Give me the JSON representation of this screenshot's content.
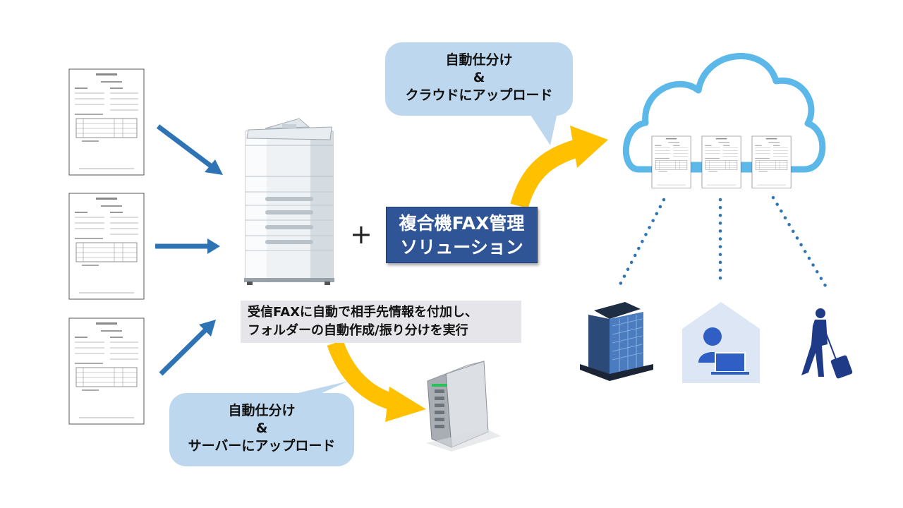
{
  "callout_cloud": {
    "line1": "自動仕分け",
    "line2": "&",
    "line3": "クラウドにアップロード"
  },
  "callout_server": {
    "line1": "自動仕分け",
    "line2": "&",
    "line3": "サーバーにアップロード"
  },
  "solution_label": {
    "line1": "複合機FAX管理",
    "line2": "ソリューション"
  },
  "description": {
    "line1": "受信FAXに自動で相手先情報を付加し、",
    "line2": "フォルダーの自動作成/振り分けを実行"
  },
  "plus_sign": "+",
  "colors": {
    "arrow_blue": "#2e74b5",
    "arrow_yellow": "#ffc000",
    "callout_bg": "#bdd7ee",
    "label_bg": "#2f5597",
    "cloud_stroke": "#5bb8e8",
    "dotted": "#2e75b6",
    "home_bg": "#dce6f5"
  },
  "icons": [
    "document-icon",
    "multifunction-printer-icon",
    "server-icon",
    "cloud-icon",
    "office-building-icon",
    "home-worker-icon",
    "traveler-icon"
  ]
}
